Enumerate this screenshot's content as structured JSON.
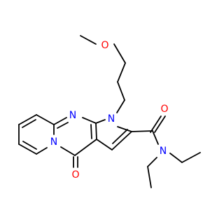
{
  "colors": {
    "bond": "#000000",
    "carbon": "#000000",
    "nitrogen": "#0000ff",
    "oxygen": "#ff0000",
    "background": "#ffffff"
  },
  "atoms": {
    "o_ether": "O",
    "n_pyrrole": "N",
    "n_pyrimidine": "N",
    "n_bridge": "N",
    "o_ketone": "O",
    "o_amide": "O",
    "n_amide": "N"
  }
}
